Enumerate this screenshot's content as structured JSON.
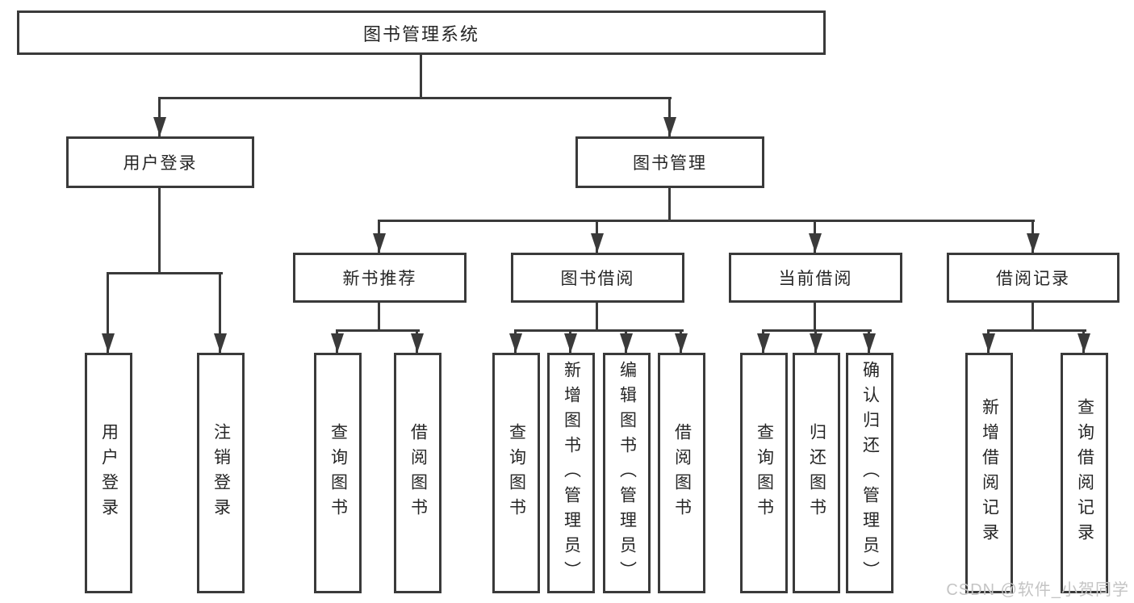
{
  "diagram": {
    "root": {
      "label": "图书管理系统"
    },
    "user": {
      "label": "用户登录",
      "children": [
        {
          "label": "用户登录"
        },
        {
          "label": "注销登录"
        }
      ]
    },
    "book": {
      "label": "图书管理",
      "children": [
        {
          "label": "新书推荐",
          "children": [
            {
              "label": "查询图书"
            },
            {
              "label": "借阅图书"
            }
          ]
        },
        {
          "label": "图书借阅",
          "children": [
            {
              "label": "查询图书"
            },
            {
              "label": "新增图书（管理员）"
            },
            {
              "label": "编辑图书（管理员）"
            },
            {
              "label": "借阅图书"
            }
          ]
        },
        {
          "label": "当前借阅",
          "children": [
            {
              "label": "查询图书"
            },
            {
              "label": "归还图书"
            },
            {
              "label": "确认归还（管理员）"
            }
          ]
        },
        {
          "label": "借阅记录",
          "children": [
            {
              "label": "新增借阅记录"
            },
            {
              "label": "查询借阅记录"
            }
          ]
        }
      ]
    },
    "colors": {
      "line": "#3a3a3a",
      "box_border": "#3a3a3a",
      "box_fill": "#ffffff",
      "text": "#262626",
      "watermark": "#c4c4c4",
      "background": "#ffffff"
    }
  },
  "watermark": {
    "text": "CSDN @软件_小贺同学"
  }
}
